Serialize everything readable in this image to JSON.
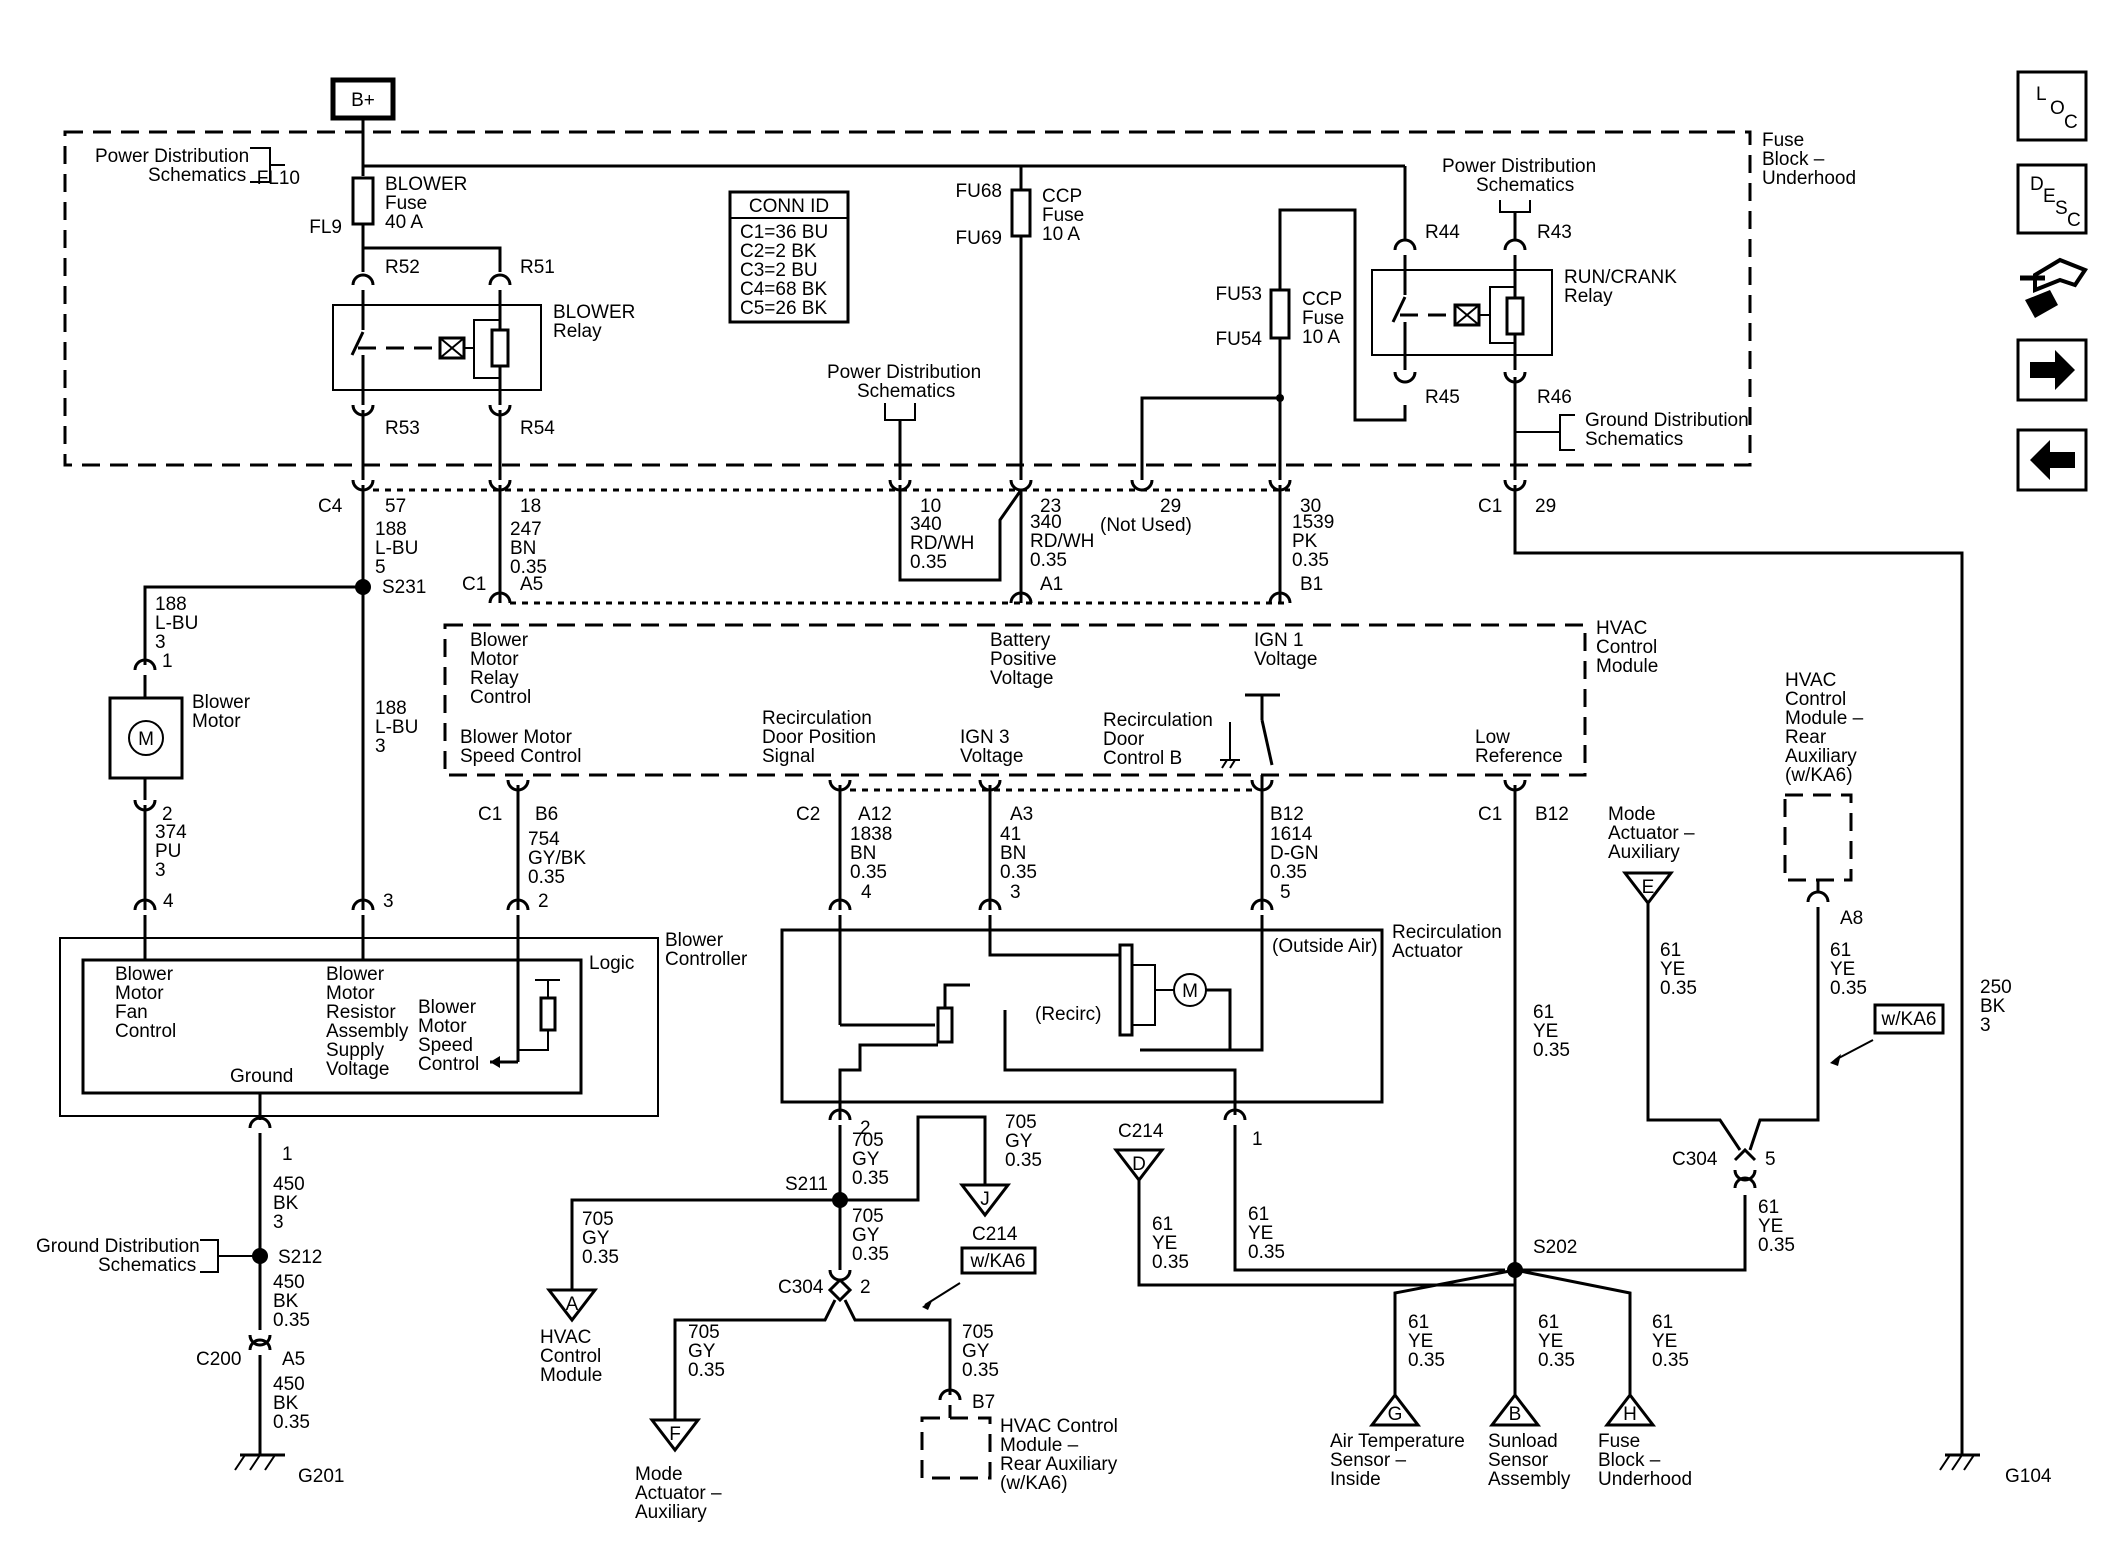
{
  "power": {
    "b_plus": "B+"
  },
  "fuse_block": {
    "title": [
      "Fuse",
      "Block –",
      "Underhood"
    ]
  },
  "refs": {
    "pwr_dist_1": [
      "Power Distribution",
      "Schematics"
    ],
    "pwr_dist_2": [
      "Power Distribution",
      "Schematics"
    ],
    "pwr_dist_3": [
      "Power Distribution",
      "Schematics"
    ],
    "gnd_dist_1": [
      "Ground Distribution",
      "Schematics"
    ],
    "gnd_dist_2": [
      "Ground Distribution",
      "Schematics"
    ]
  },
  "blower_fuse": {
    "top": "FL10",
    "bottom": "FL9",
    "name": [
      "BLOWER",
      "Fuse",
      "40 A"
    ]
  },
  "ccp_fuse_1": {
    "top": "FU68",
    "bottom": "FU69",
    "name": [
      "CCP",
      "Fuse",
      "10 A"
    ]
  },
  "ccp_fuse_2": {
    "top": "FU53",
    "bottom": "FU54",
    "name": [
      "CCP",
      "Fuse",
      "10 A"
    ]
  },
  "conn_id": {
    "title": "CONN ID",
    "rows": [
      "C1=36 BU",
      "C2=2 BK",
      "C3=2 BU",
      "C4=68 BK",
      "C5=26 BK"
    ]
  },
  "blower_relay": {
    "name": [
      "BLOWER",
      "Relay"
    ],
    "pins": [
      "R52",
      "R51",
      "R53",
      "R54"
    ]
  },
  "runcrank_relay": {
    "name": [
      "RUN/CRANK",
      "Relay"
    ],
    "pins": [
      "R44",
      "R43",
      "R45",
      "R46"
    ]
  },
  "connector_row": {
    "c4": "C4",
    "c4_pin": "57",
    "c4_wire": [
      "188",
      "L-BU",
      "5"
    ],
    "p18": "18",
    "p18_wire": [
      "247",
      "BN",
      "0.35"
    ],
    "p10": "10",
    "p10_wire": [
      "340",
      "RD/WH",
      "0.35"
    ],
    "p23": "23",
    "p23_wire": [
      "340",
      "RD/WH",
      "0.35"
    ],
    "p29": "29",
    "p29_note": "(Not Used)",
    "p30": "30",
    "p30_wire": [
      "1539",
      "PK",
      "0.35"
    ],
    "c1r": "C1",
    "c1r_pin": "29"
  },
  "hvac_top_pins": {
    "c1": "C1",
    "a5": "A5",
    "a1": "A1",
    "b1": "B1"
  },
  "hvac": {
    "title": [
      "HVAC",
      "Control",
      "Module"
    ],
    "blower_relay_ctl": [
      "Blower",
      "Motor",
      "Relay",
      "Control"
    ],
    "batt_pos": [
      "Battery",
      "Positive",
      "Voltage"
    ],
    "ign1": [
      "IGN 1",
      "Voltage"
    ],
    "blower_speed": [
      "Blower Motor",
      "Speed Control"
    ],
    "recirc_pos": [
      "Recirculation",
      "Door Position",
      "Signal"
    ],
    "ign3": [
      "IGN 3",
      "Voltage"
    ],
    "recirc_door_b": [
      "Recirculation",
      "Door",
      "Control B"
    ],
    "low_ref": [
      "Low",
      "Reference"
    ]
  },
  "splice_s231": "S231",
  "blower_motor": {
    "name": [
      "Blower",
      "Motor"
    ],
    "symbol": "M",
    "pin_top": "1",
    "pin_bottom": "2",
    "wire_top": [
      "188",
      "L-BU",
      "3"
    ],
    "wire_bottom": [
      "374",
      "PU",
      "3"
    ]
  },
  "wire_188_mid": [
    "188",
    "L-BU",
    "3"
  ],
  "hvac_bottom_pins": {
    "c1": "C1",
    "b6": "B6",
    "b6_wire": [
      "754",
      "GY/BK",
      "0.35"
    ],
    "c2": "C2",
    "a12": "A12",
    "a12_wire": [
      "1838",
      "BN",
      "0.35"
    ],
    "a3": "A3",
    "a3_wire": [
      "41",
      "BN",
      "0.35"
    ],
    "b12": "B12",
    "b12_wire": [
      "1614",
      "D-GN",
      "0.35"
    ],
    "c1b": "C1",
    "b12b": "B12"
  },
  "blower_controller": {
    "name": [
      "Blower",
      "Controller"
    ],
    "logic": "Logic",
    "fan_control": [
      "Blower",
      "Motor",
      "Fan",
      "Control"
    ],
    "resistor_supply": [
      "Blower",
      "Motor",
      "Resistor",
      "Assembly",
      "Supply",
      "Voltage"
    ],
    "speed_control": [
      "Blower",
      "Motor",
      "Speed",
      "Control"
    ],
    "ground": "Ground",
    "pins": [
      "4",
      "3",
      "2"
    ]
  },
  "recirc_actuator": {
    "name": [
      "Recirculation",
      "Actuator"
    ],
    "outside_air": "(Outside Air)",
    "recirc": "(Recirc)",
    "motor": "M",
    "pins": [
      "4",
      "3",
      "5",
      "2",
      "1"
    ]
  },
  "ground_left": {
    "pin1": "1",
    "wire_a": [
      "450",
      "BK",
      "3"
    ],
    "s212": "S212",
    "wire_b": [
      "450",
      "BK",
      "0.35"
    ],
    "c200": "C200",
    "a5": "A5",
    "wire_c": [
      "450",
      "BK",
      "0.35"
    ],
    "g201": "G201"
  },
  "lower_middle": {
    "wire_705_a": [
      "705",
      "GY",
      "0.35"
    ],
    "s211": "S211",
    "wire_705_left": [
      "705",
      "GY",
      "0.35"
    ],
    "wire_705_b": [
      "705",
      "GY",
      "0.35"
    ],
    "wire_705_j": [
      "705",
      "GY",
      "0.35"
    ],
    "c214_j": "C214",
    "j": "J",
    "a": "A",
    "hvac_module": [
      "HVAC",
      "Control",
      "Module"
    ],
    "c304": "C304",
    "c304_pin": "2",
    "wka6_1": "w/KA6",
    "wire_705_f": [
      "705",
      "GY",
      "0.35"
    ],
    "wire_705_b7": [
      "705",
      "GY",
      "0.35"
    ],
    "b7": "B7",
    "f": "F",
    "mode_act": [
      "Mode",
      "Actuator –",
      "Auxiliary"
    ],
    "hvac_rear": [
      "HVAC Control",
      "Module –",
      "Rear Auxiliary",
      "(w/KA6)"
    ]
  },
  "right_side": {
    "c214_d": "C214",
    "d": "D",
    "wire_d": [
      "61",
      "YE",
      "0.35"
    ],
    "wire_1": [
      "61",
      "YE",
      "0.35"
    ],
    "pin_1": "1",
    "wire_low": [
      "61",
      "YE",
      "0.35"
    ],
    "s202": "S202",
    "mode_aux": [
      "Mode",
      "Actuator –",
      "Auxiliary"
    ],
    "e": "E",
    "wire_e": [
      "61",
      "YE",
      "0.35"
    ],
    "hvac_rear": [
      "HVAC",
      "Control",
      "Module –",
      "Rear",
      "Auxiliary",
      "(w/KA6)"
    ],
    "a8": "A8",
    "wire_a8": [
      "61",
      "YE",
      "0.35"
    ],
    "wka6": "w/KA6",
    "c304": "C304",
    "c304_pin": "5",
    "wire_c304": [
      "61",
      "YE",
      "0.35"
    ],
    "g": "G",
    "g_wire": [
      "61",
      "YE",
      "0.35"
    ],
    "g_name": [
      "Air Temperature",
      "Sensor –",
      "Inside"
    ],
    "b": "B",
    "b_wire": [
      "61",
      "YE",
      "0.35"
    ],
    "b_name": [
      "Sunload",
      "Sensor",
      "Assembly"
    ],
    "h": "H",
    "h_wire": [
      "61",
      "YE",
      "0.35"
    ],
    "h_name": [
      "Fuse",
      "Block –",
      "Underhood"
    ],
    "wire_250": [
      "250",
      "BK",
      "3"
    ],
    "g104": "G104"
  },
  "nav": {
    "loc": [
      "L",
      "O",
      "C"
    ],
    "desc": [
      "D",
      "E",
      "S",
      "C"
    ]
  }
}
